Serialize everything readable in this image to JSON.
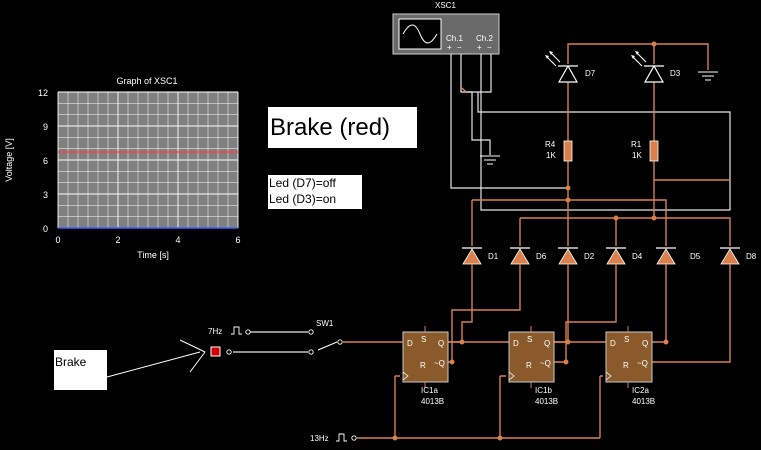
{
  "oscilloscope": {
    "ref": "XSC1",
    "ch1": "Ch.1",
    "ch2": "Ch.2",
    "plus": "+",
    "minus": "−"
  },
  "graph": {
    "title": "Graph of XSC1",
    "ylabel": "Voltage [V]",
    "xlabel": "Time [s]",
    "yticks": [
      "12",
      "9",
      "6",
      "3",
      "0"
    ],
    "xticks": [
      "0",
      "2",
      "4",
      "6"
    ]
  },
  "chart_data": {
    "type": "line",
    "title": "Graph of XSC1",
    "xlabel": "Time [s]",
    "ylabel": "Voltage [V]",
    "xlim": [
      0,
      6
    ],
    "ylim": [
      0,
      12
    ],
    "grid": true,
    "series": [
      {
        "color": "#ff4040",
        "x": [
          0,
          6
        ],
        "values": [
          6.7,
          6.7
        ]
      },
      {
        "color": "#3a5cff",
        "x": [
          0,
          6
        ],
        "values": [
          0,
          0
        ]
      }
    ]
  },
  "heading": "Brake (red)",
  "status": {
    "line1": "Led (D7)=off",
    "line2": "Led (D3)=on"
  },
  "brake_note": "Brake",
  "inputs": {
    "clock7": "7Hz",
    "clock13": "13Hz",
    "switch": "SW1"
  },
  "leds": [
    "D7",
    "D3"
  ],
  "resistors": [
    {
      "ref": "R4",
      "value": "1K"
    },
    {
      "ref": "R1",
      "value": "1K"
    }
  ],
  "diodes": [
    "D1",
    "D6",
    "D2",
    "D4",
    "D5",
    "D8"
  ],
  "chips": [
    {
      "ref": "IC1a",
      "part": "4013B"
    },
    {
      "ref": "IC1b",
      "part": "4013B"
    },
    {
      "ref": "IC2a",
      "part": "4013B"
    }
  ],
  "pins": {
    "d": "D",
    "s": "S",
    "q": "Q",
    "r": "R",
    "qbar": "~Q"
  },
  "colors": {
    "background": "#000000",
    "wire": "#d9804d",
    "chip": "#8b5a2b",
    "trace_ch1": "#ff4040",
    "trace_ch2": "#3a5cff",
    "plot_bg": "#808080"
  }
}
